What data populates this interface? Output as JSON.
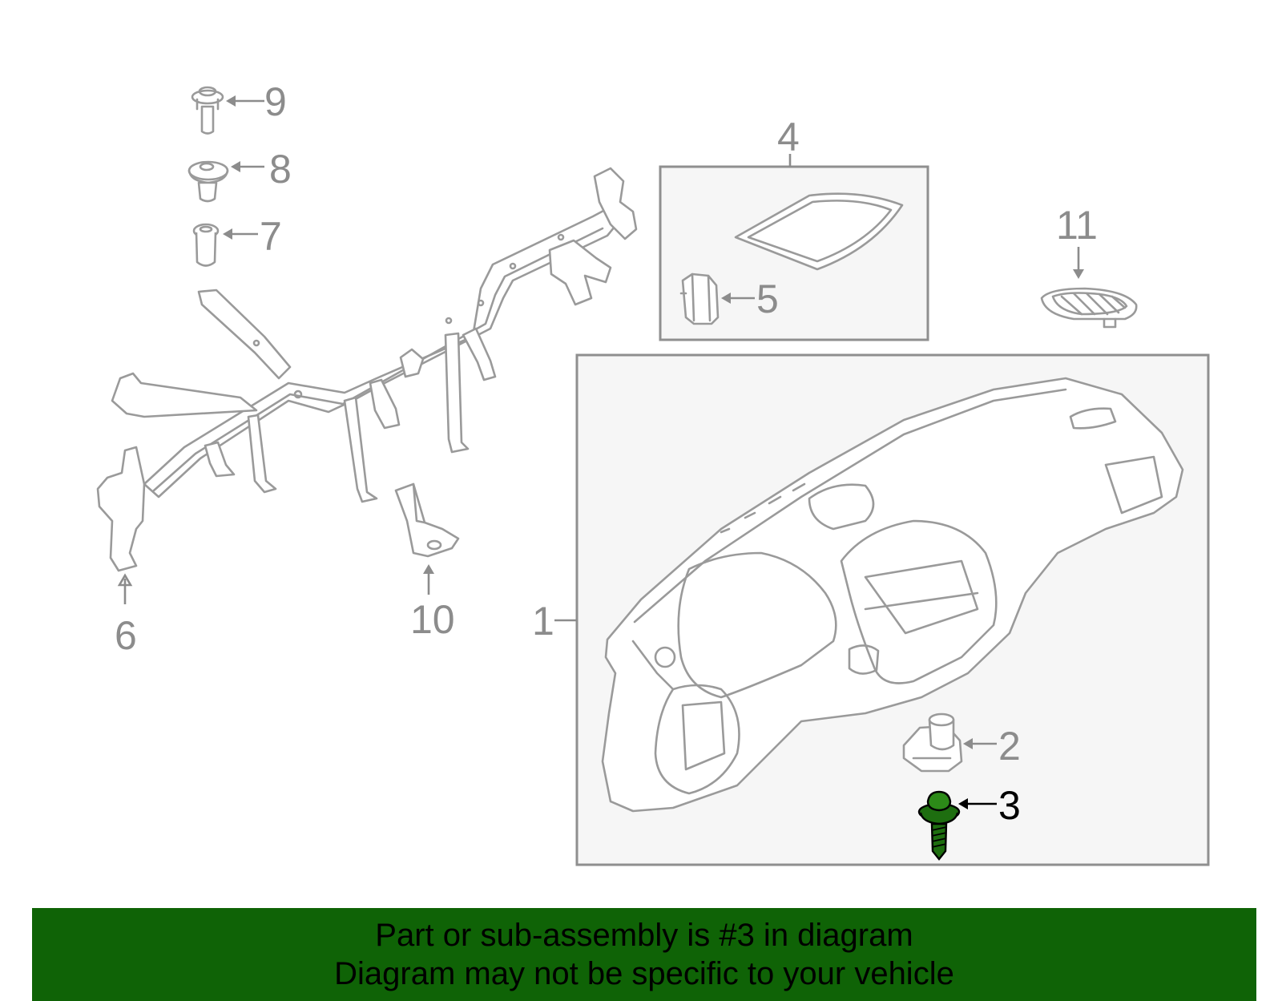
{
  "callouts": {
    "c1": "1",
    "c2": "2",
    "c3": "3",
    "c4": "4",
    "c5": "5",
    "c6": "6",
    "c7": "7",
    "c8": "8",
    "c9": "9",
    "c10": "10",
    "c11": "11"
  },
  "highlighted_part": "3",
  "banner": {
    "line1": "Part or sub-assembly is #3 in diagram",
    "line2": "Diagram may not be specific to your vehicle"
  },
  "colors": {
    "banner_bg": "#0f6306",
    "highlight_part": "#1e6e10",
    "line_gray": "#9a9a9a"
  }
}
